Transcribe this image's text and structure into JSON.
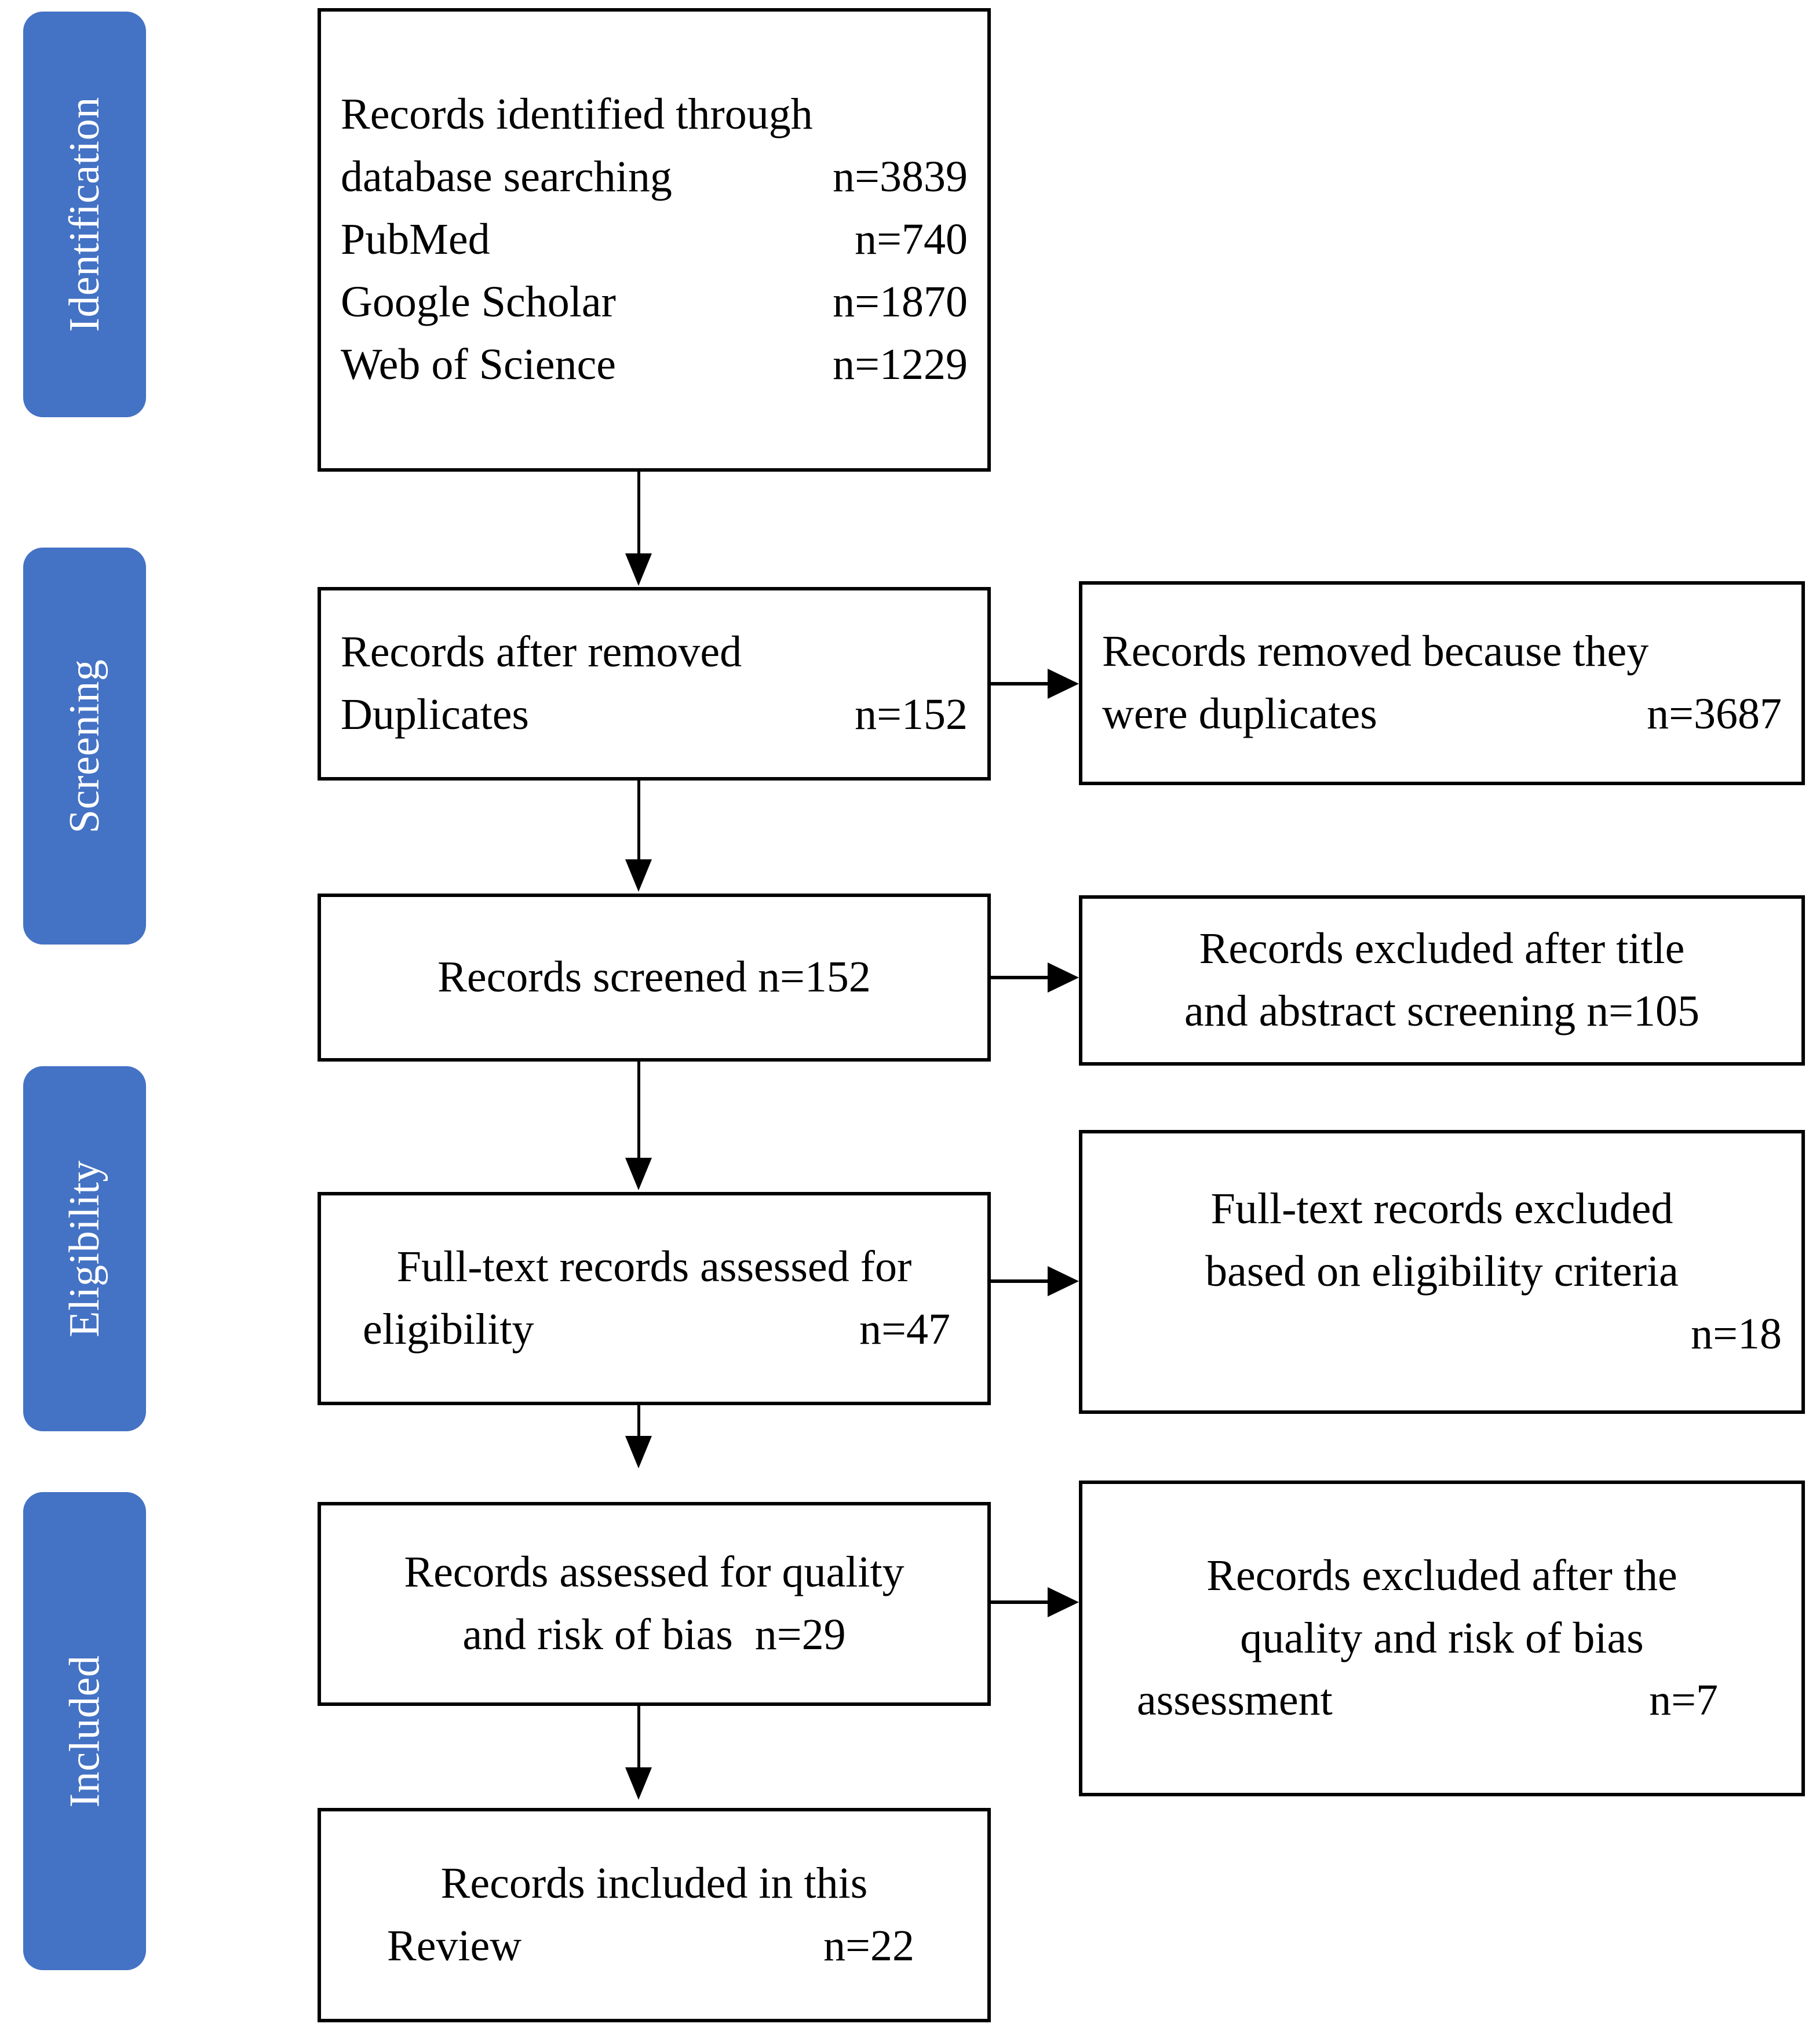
{
  "diagram": {
    "title": "PRISMA flow diagram",
    "accent_color": "#4472C4",
    "border_color": "#000000",
    "background_color": "#FFFFFF"
  },
  "stages": [
    {
      "label": "Identification"
    },
    {
      "label": "Screening"
    },
    {
      "label": "Eligibility"
    },
    {
      "label": "Included"
    }
  ],
  "boxes": {
    "identified": {
      "lines": [
        {
          "text": "Records identified through",
          "count": ""
        },
        {
          "text": "database searching",
          "count": "n=3839"
        },
        {
          "text": "PubMed",
          "count": "n=740"
        },
        {
          "text": "Google Scholar",
          "count": "n=1870"
        },
        {
          "text": "Web of Science",
          "count": "n=1229"
        }
      ]
    },
    "after_duplicates": {
      "lines": [
        {
          "text": "Records after removed",
          "count": ""
        },
        {
          "text": "Duplicates",
          "count": "n=152"
        }
      ]
    },
    "duplicates_removed": {
      "lines": [
        {
          "text": "Records removed because they",
          "count": ""
        },
        {
          "text": "were duplicates",
          "count": "n=3687"
        }
      ]
    },
    "screened": {
      "lines": [
        {
          "text": "Records screened n=152",
          "count": ""
        }
      ]
    },
    "excluded_title_abstract": {
      "lines": [
        {
          "text": "Records excluded after title",
          "count": ""
        },
        {
          "text": "and abstract screening n=105",
          "count": ""
        }
      ]
    },
    "fulltext_assessed": {
      "lines": [
        {
          "text": "Full-text records assessed for",
          "count": ""
        },
        {
          "text": "eligibility",
          "count": "n=47"
        }
      ]
    },
    "fulltext_excluded": {
      "lines": [
        {
          "text": "Full-text records excluded",
          "count": ""
        },
        {
          "text": "based on eligibility criteria",
          "count": ""
        },
        {
          "text": "",
          "count": "n=18"
        }
      ]
    },
    "quality_assessed": {
      "lines": [
        {
          "text": "Records assessed for quality",
          "count": ""
        },
        {
          "text": "and risk of bias  n=29",
          "count": ""
        }
      ]
    },
    "quality_excluded": {
      "lines": [
        {
          "text": "Records excluded after the",
          "count": ""
        },
        {
          "text": "quality and risk of bias",
          "count": ""
        },
        {
          "text": "assessment",
          "count": "n=7"
        }
      ]
    },
    "included": {
      "lines": [
        {
          "text": "Records included in this",
          "count": ""
        },
        {
          "text": "Review",
          "count": "n=22"
        }
      ]
    }
  }
}
